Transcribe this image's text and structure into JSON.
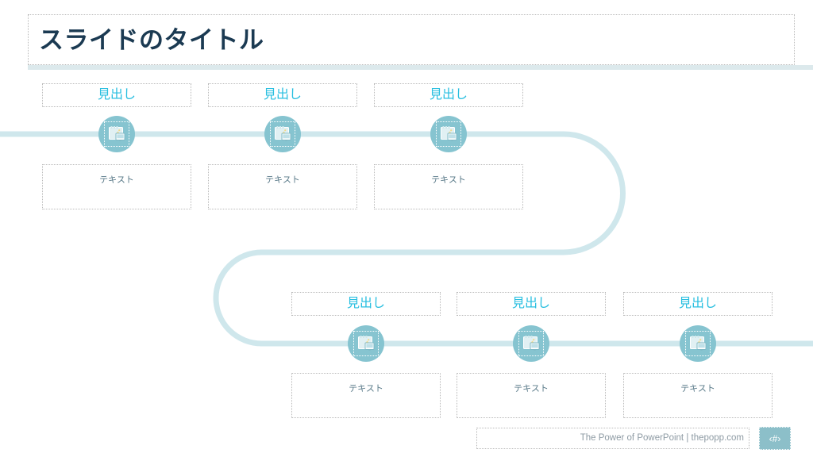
{
  "slide": {
    "title": "スライドのタイトル",
    "accent_cyan": "#29bfe0",
    "accent_teal": "#86c4d0",
    "connector_color": "#cfe7ec",
    "title_color": "#1b3a52",
    "body_text_color": "#5b7b8a",
    "divider_color": "#dce9ec",
    "background": "#ffffff"
  },
  "steps": [
    {
      "heading": "見出し",
      "body": "テキスト",
      "icon": "picture-placeholder-icon",
      "row": "top",
      "index": 1
    },
    {
      "heading": "見出し",
      "body": "テキスト",
      "icon": "picture-placeholder-icon",
      "row": "top",
      "index": 2
    },
    {
      "heading": "見出し",
      "body": "テキスト",
      "icon": "picture-placeholder-icon",
      "row": "top",
      "index": 3
    },
    {
      "heading": "見出し",
      "body": "テキスト",
      "icon": "picture-placeholder-icon",
      "row": "bottom",
      "index": 4
    },
    {
      "heading": "見出し",
      "body": "テキスト",
      "icon": "picture-placeholder-icon",
      "row": "bottom",
      "index": 5
    },
    {
      "heading": "見出し",
      "body": "テキスト",
      "icon": "picture-placeholder-icon",
      "row": "bottom",
      "index": 6
    }
  ],
  "footer": {
    "text": "The Power of PowerPoint | thepopp.com",
    "slide_number": "‹#›",
    "slide_number_bg": "#8cbfc9"
  }
}
